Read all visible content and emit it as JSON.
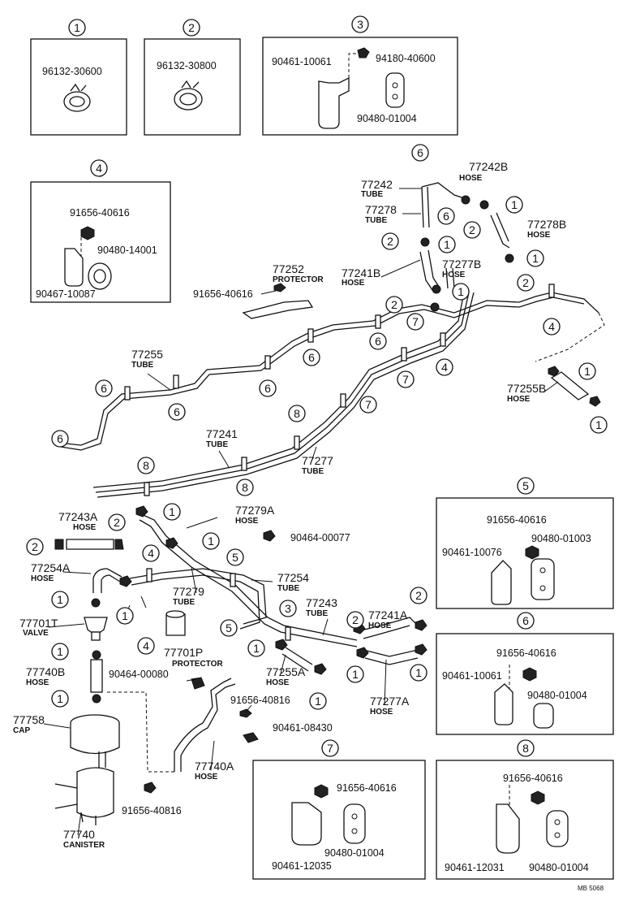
{
  "diagram": {
    "detail_1": {
      "number": "1",
      "part": "96132-30600"
    },
    "detail_2": {
      "number": "2",
      "part": "96132-30800"
    },
    "detail_3": {
      "number": "3",
      "part_a": "90461-10061",
      "part_b": "94180-40600",
      "part_c": "90480-01004"
    },
    "detail_4": {
      "number": "4",
      "part_a": "91656-40616",
      "part_b": "90480-14001",
      "part_c": "90467-10087"
    },
    "detail_5": {
      "number": "5",
      "part_a": "91656-40616",
      "part_b": "90461-10076",
      "part_c": "90480-01003"
    },
    "detail_6": {
      "number": "6",
      "part_a": "91656-40616",
      "part_b": "90461-10061",
      "part_c": "90480-01004"
    },
    "detail_7": {
      "number": "7",
      "part_a": "91656-40616",
      "part_b": "90461-12035",
      "part_c": "90480-01004"
    },
    "detail_8": {
      "number": "8",
      "part_a": "91656-40616",
      "part_b": "90461-12031",
      "part_c": "90480-01004"
    },
    "labels": {
      "p77242": "77242",
      "p77242_sub": "TUBE",
      "p77242b": "77242B",
      "p77242b_sub": "HOSE",
      "p77278": "77278",
      "p77278_sub": "TUBE",
      "p77278b": "77278B",
      "p77278b_sub": "HOSE",
      "p77252": "77252",
      "p77252_sub": "PROTECTOR",
      "p91656_a": "91656-40616",
      "p77241b": "77241B",
      "p77241b_sub": "HOSE",
      "p77277b": "77277B",
      "p77277b_sub": "HOSE",
      "p77255": "77255",
      "p77255_sub": "TUBE",
      "p77255b": "77255B",
      "p77255b_sub": "HOSE",
      "p77241": "77241",
      "p77241_sub": "TUBE",
      "p77277": "77277",
      "p77277_sub": "TUBE",
      "p77243a": "77243A",
      "p77243a_sub": "HOSE",
      "p77279a": "77279A",
      "p77279a_sub": "HOSE",
      "p90464_77": "90464-00077",
      "p77254a": "77254A",
      "p77254a_sub": "HOSE",
      "p77254": "77254",
      "p77254_sub": "TUBE",
      "p77279": "77279",
      "p77279_sub": "TUBE",
      "p77243": "77243",
      "p77243_sub": "TUBE",
      "p77241a": "77241A",
      "p77241a_sub": "HOSE",
      "p77701t": "77701T",
      "p77701t_sub": "VALVE",
      "p77701p": "77701P",
      "p77701p_sub": "PROTECTOR",
      "p77255a": "77255A",
      "p77255a_sub": "HOSE",
      "p77277a": "77277A",
      "p77277a_sub": "HOSE",
      "p77740b": "77740B",
      "p77740b_sub": "HOSE",
      "p90464_80": "90464-00080",
      "p91656_816a": "91656-40816",
      "p90461_08430": "90461-08430",
      "p77758": "77758",
      "p77758_sub": "CAP",
      "p77740a": "77740A",
      "p77740a_sub": "HOSE",
      "p77740": "77740",
      "p77740_sub": "CANISTER",
      "p91656_816b": "91656-40816",
      "ref": "MB 5068"
    }
  }
}
